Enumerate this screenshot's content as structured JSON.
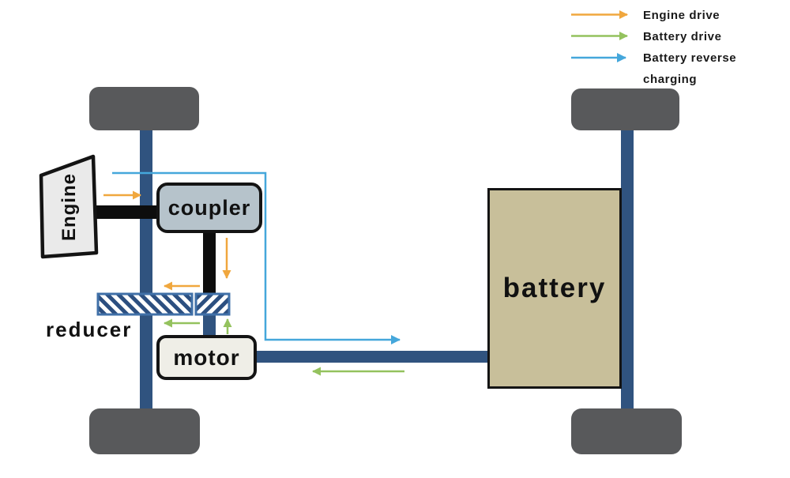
{
  "legend": {
    "items": [
      {
        "name": "engine-drive",
        "label": "Engine drive",
        "color": "#f0a73e"
      },
      {
        "name": "battery-drive",
        "label": "Battery drive",
        "color": "#94c25e"
      },
      {
        "name": "battery-reverse-charging",
        "label": "Battery reverse charging",
        "color": "#45a7db"
      }
    ]
  },
  "components": {
    "engine": "Engine",
    "coupler": "coupler",
    "reducer": "reducer",
    "motor": "motor",
    "battery": "battery"
  },
  "colors": {
    "axle": "#30537f",
    "wheel": "#58595b",
    "shaft_black": "#0d0d0d",
    "engine_fill": "#eaeaea",
    "coupler_fill": "#b6c3cb",
    "motor_fill": "#efeee7",
    "battery_fill": "#c8bf9a",
    "reducer_border": "#4070a8",
    "engine_drive_arrow": "#f0a73e",
    "battery_drive_arrow": "#94c25e",
    "battery_reverse_arrow": "#45a7db"
  }
}
